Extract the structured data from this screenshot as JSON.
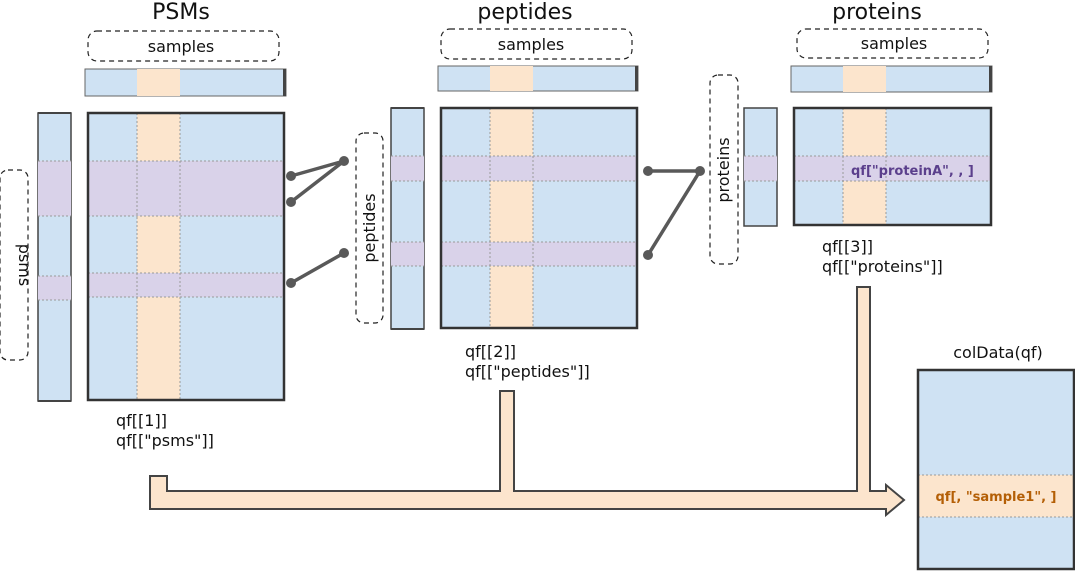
{
  "titles": {
    "psms": "PSMs",
    "peptides": "peptides",
    "proteins": "proteins"
  },
  "boxes": {
    "samples": "samples",
    "psms_rows": "psms",
    "peptides_rows": "peptides",
    "proteins_rows": "proteins",
    "coldata_title": "colData(qf)"
  },
  "accessors": {
    "psms_index": "qf[[1]]",
    "psms_name": "qf[[\"psms\"]]",
    "peptides_index": "qf[[2]]",
    "peptides_name": "qf[[\"peptides\"]]",
    "proteins_index": "qf[[3]]",
    "proteins_name": "qf[[\"proteins\"]]",
    "row_subset": "qf[\"proteinA\", , ]",
    "col_subset": "qf[, \"sample1\", ]"
  },
  "colors": {
    "assay_fill": "#cfe2f3",
    "column_highlight": "#fce5cd",
    "row_highlight": "#d9d2e9",
    "row_subset_text": "#5b3f8c",
    "col_subset_text": "#b45f06",
    "border": "#444444",
    "link": "#595959"
  }
}
